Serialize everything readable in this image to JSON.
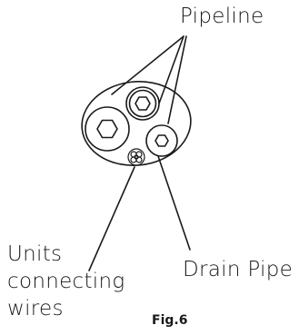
{
  "labels": {
    "pipeline": "Pipeline",
    "units_connecting_wires": [
      "Units",
      "connecting",
      "wires"
    ],
    "drain_pipe": "Drain Pipe",
    "figure": "Fig.6"
  },
  "colors": {
    "line": "#1a1a1a",
    "background": "#ffffff"
  }
}
